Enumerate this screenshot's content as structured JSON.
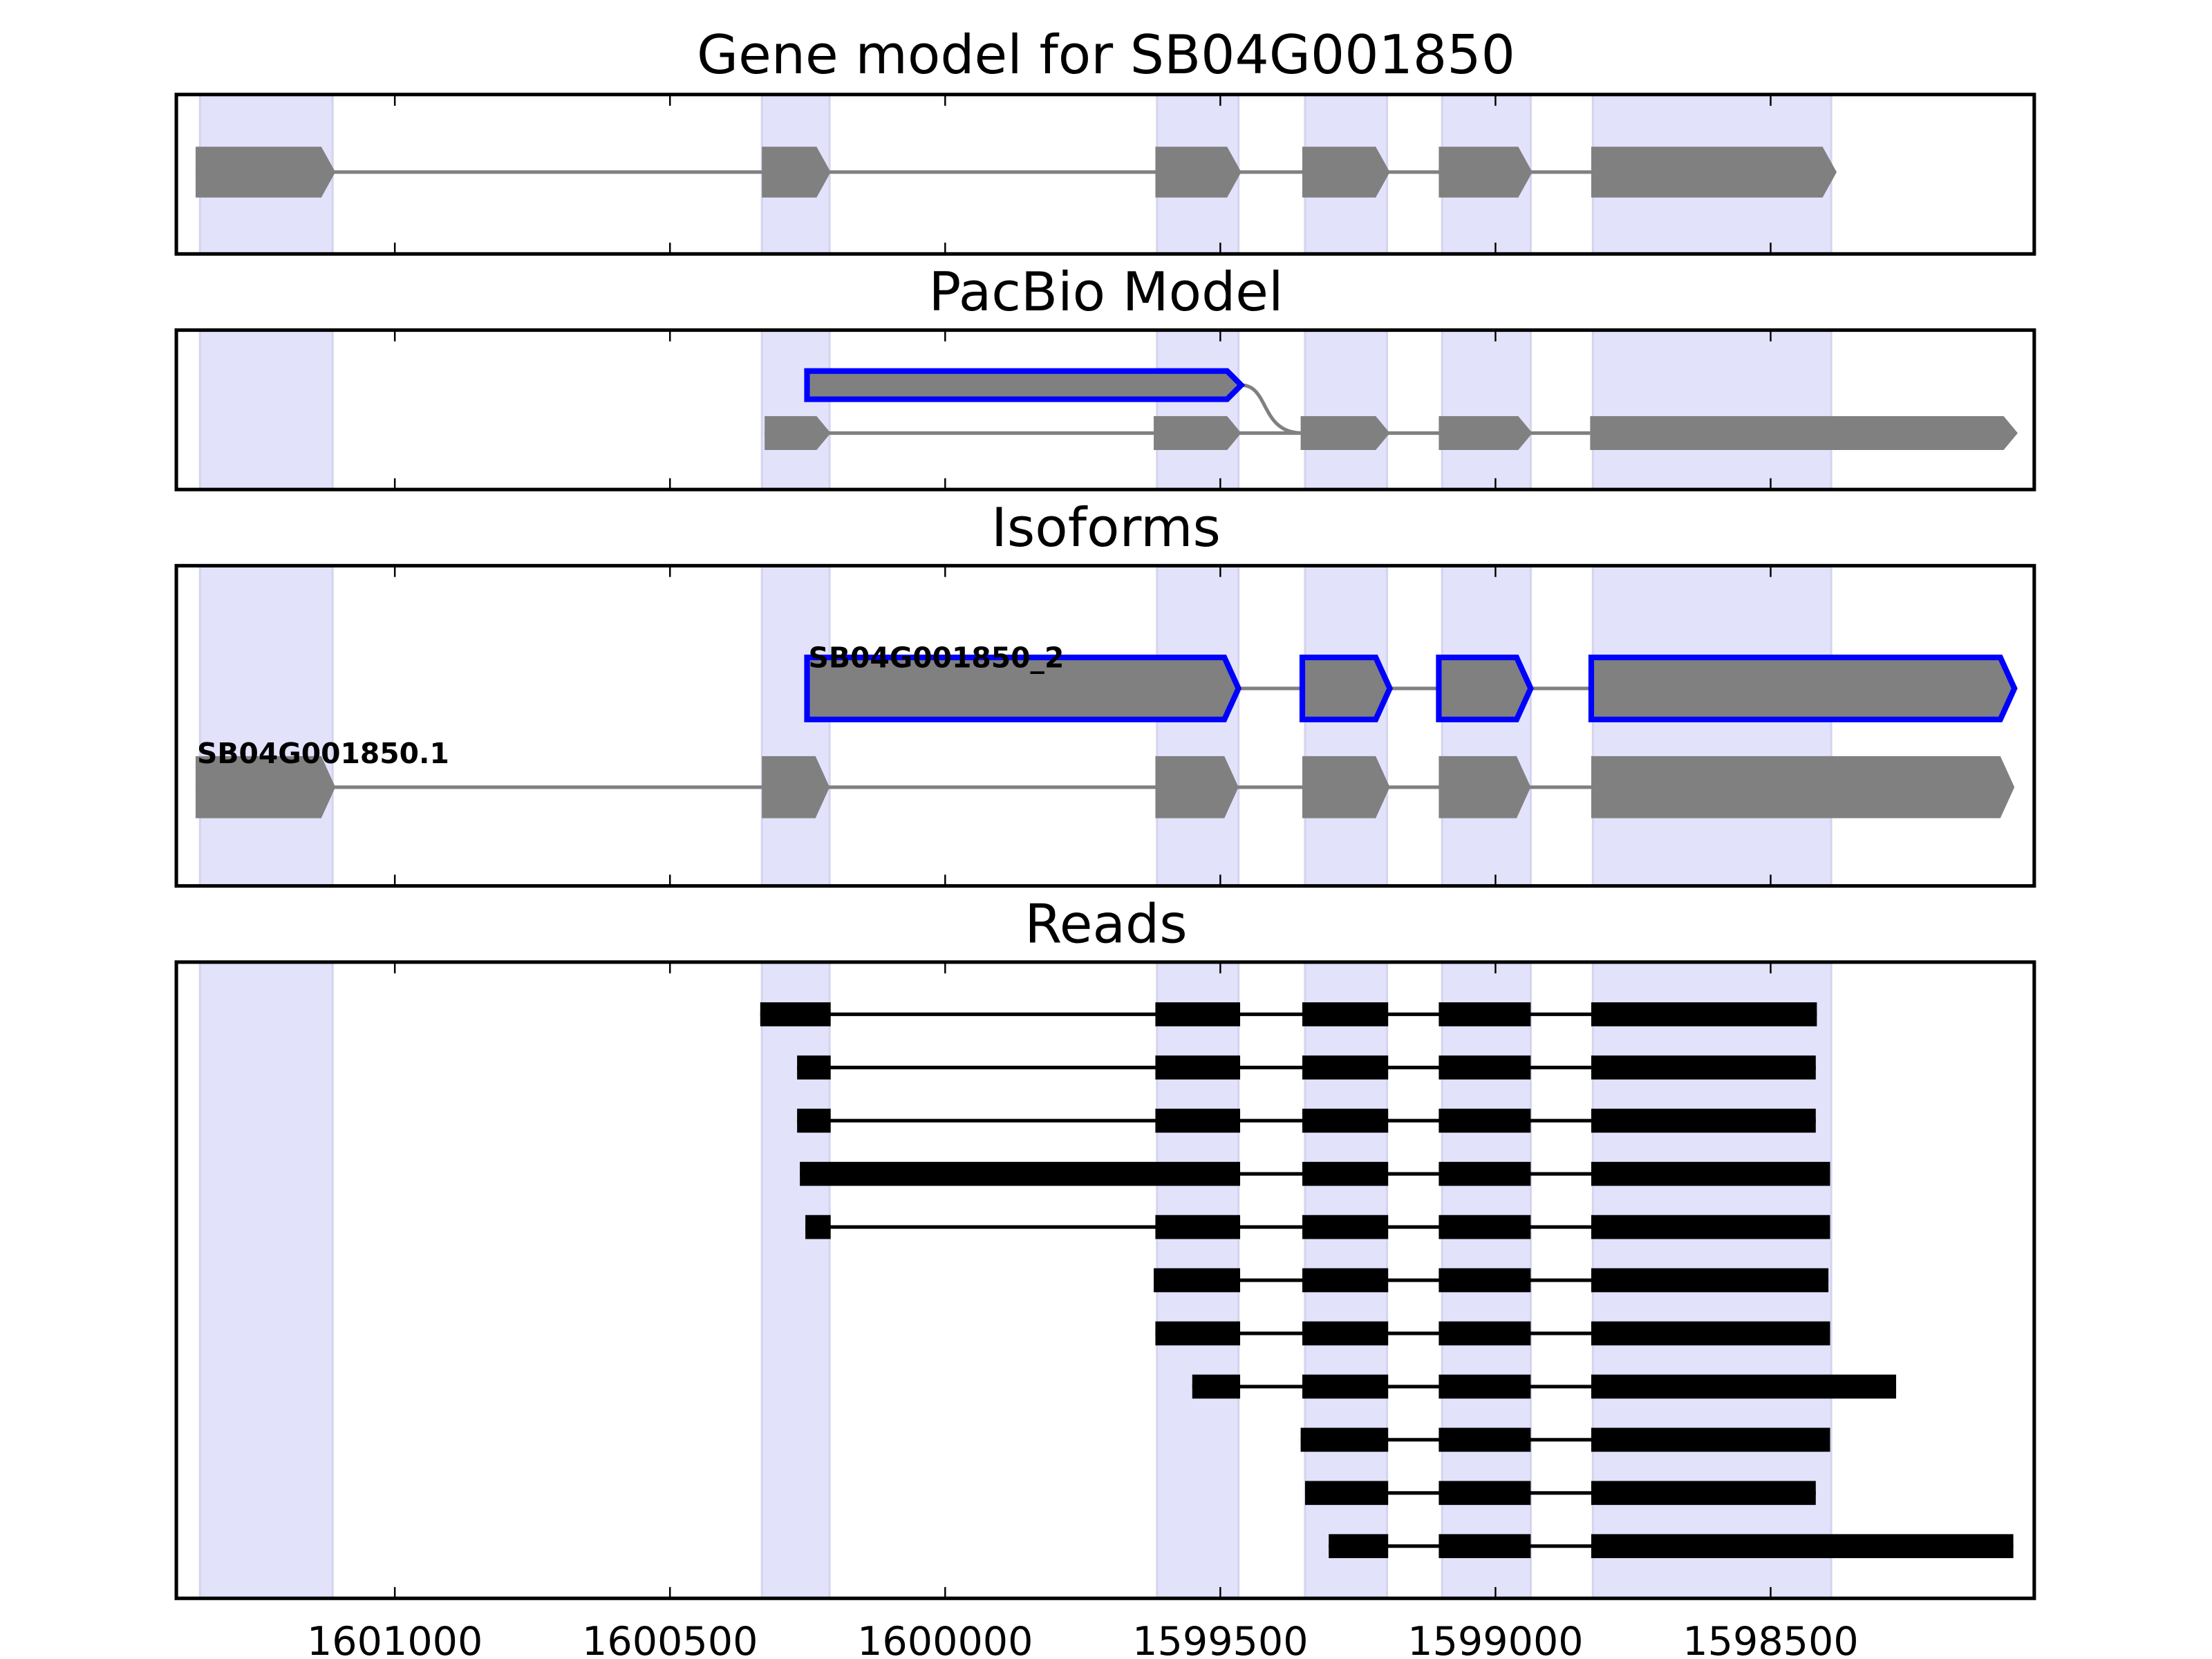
{
  "chart_data": {
    "type": "gene-structure",
    "xlim": [
      1601397,
      1598021
    ],
    "x_ticks": [
      1601000,
      1600500,
      1600000,
      1599500,
      1599000,
      1598500
    ],
    "x_tick_labels": [
      "1601000",
      "1600500",
      "1600000",
      "1599500",
      "1599000",
      "1598500"
    ],
    "colors": {
      "exon": "#808080",
      "highlight": "#0000ff",
      "shade": "#e2e2fb",
      "read": "#000000"
    },
    "shaded_regions": [
      [
        1601354,
        1601113
      ],
      [
        1600333,
        1600210
      ],
      [
        1599615,
        1599467
      ],
      [
        1599346,
        1599197
      ],
      [
        1599097,
        1598936
      ],
      [
        1598823,
        1598390
      ]
    ],
    "panels": [
      {
        "title": "Gene model for SB04G001850",
        "tracks": [
          {
            "label": "",
            "highlight": false,
            "exons": [
              [
                1601362,
                1601108
              ],
              [
                1600333,
                1600208
              ],
              [
                1599618,
                1599462
              ],
              [
                1599351,
                1599192
              ],
              [
                1599103,
                1598933
              ],
              [
                1598826,
                1598380
              ]
            ]
          }
        ]
      },
      {
        "title": "PacBio Model",
        "tracks": [
          {
            "label": "",
            "highlight": true,
            "exons": [
              [
                1600251,
                1599462
              ]
            ],
            "joins_next_at": 1599351
          },
          {
            "label": "",
            "highlight": false,
            "exons": [
              [
                1600328,
                1600208
              ],
              [
                1599621,
                1599462
              ],
              [
                1599354,
                1599192
              ],
              [
                1599103,
                1598933
              ],
              [
                1598828,
                1598051
              ]
            ]
          }
        ]
      },
      {
        "title": "Isoforms",
        "tracks": [
          {
            "label": "SB04G001850_2",
            "highlight": true,
            "exons": [
              [
                1600251,
                1599467
              ],
              [
                1599351,
                1599192
              ],
              [
                1599103,
                1598936
              ],
              [
                1598826,
                1598057
              ]
            ]
          },
          {
            "label": "SB04G001850.1",
            "highlight": false,
            "exons": [
              [
                1601362,
                1601108
              ],
              [
                1600333,
                1600210
              ],
              [
                1599618,
                1599467
              ],
              [
                1599351,
                1599192
              ],
              [
                1599103,
                1598936
              ],
              [
                1598826,
                1598057
              ]
            ]
          }
        ]
      },
      {
        "title": "Reads",
        "reads": [
          [
            [
              1600336,
              1600208
            ],
            [
              1599618,
              1599464
            ],
            [
              1599351,
              1599195
            ],
            [
              1599103,
              1598936
            ],
            [
              1598826,
              1598416
            ]
          ],
          [
            [
              1600269,
              1600208
            ],
            [
              1599618,
              1599464
            ],
            [
              1599351,
              1599195
            ],
            [
              1599103,
              1598936
            ],
            [
              1598826,
              1598418
            ]
          ],
          [
            [
              1600269,
              1600208
            ],
            [
              1599618,
              1599464
            ],
            [
              1599351,
              1599195
            ],
            [
              1599103,
              1598936
            ],
            [
              1598826,
              1598418
            ]
          ],
          [
            [
              1600264,
              1599464
            ],
            [
              1599351,
              1599195
            ],
            [
              1599103,
              1598936
            ],
            [
              1598826,
              1598392
            ]
          ],
          [
            [
              1600254,
              1600208
            ],
            [
              1599618,
              1599464
            ],
            [
              1599351,
              1599195
            ],
            [
              1599103,
              1598936
            ],
            [
              1598826,
              1598392
            ]
          ],
          [
            [
              1599621,
              1599464
            ],
            [
              1599351,
              1599195
            ],
            [
              1599103,
              1598936
            ],
            [
              1598826,
              1598395
            ]
          ],
          [
            [
              1599618,
              1599464
            ],
            [
              1599351,
              1599195
            ],
            [
              1599103,
              1598936
            ],
            [
              1598826,
              1598392
            ]
          ],
          [
            [
              1599551,
              1599464
            ],
            [
              1599351,
              1599195
            ],
            [
              1599103,
              1598936
            ],
            [
              1598826,
              1598272
            ]
          ],
          [
            [
              1599354,
              1599195
            ],
            [
              1599103,
              1598936
            ],
            [
              1598826,
              1598392
            ]
          ],
          [
            [
              1599346,
              1599195
            ],
            [
              1599103,
              1598936
            ],
            [
              1598826,
              1598418
            ]
          ],
          [
            [
              1599303,
              1599195
            ],
            [
              1599103,
              1598936
            ],
            [
              1598826,
              1598059
            ]
          ]
        ]
      }
    ]
  }
}
